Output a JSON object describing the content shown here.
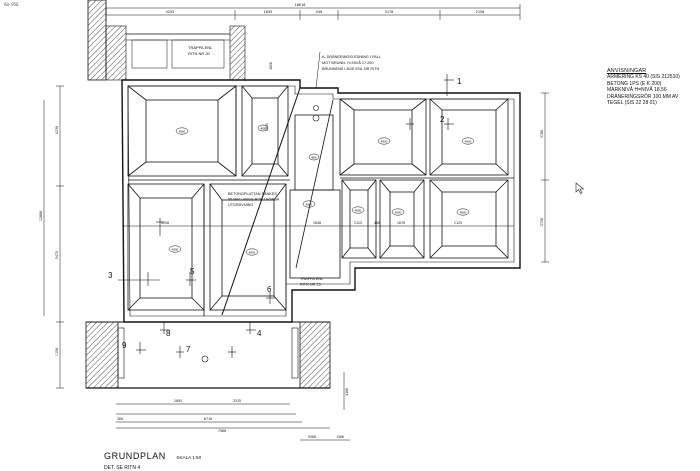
{
  "drawing": {
    "corner_code": "A0-956",
    "title": "GRUNDPLAN",
    "scale": "SKALA 1:50",
    "detail_ref": "DET. SE RITN 4"
  },
  "notes": {
    "heading": "ANVISNINGAR",
    "lines": [
      "ARMERING KS 40 (SIS 212510)",
      "BETONG 1PS (E K 200)",
      "MARKNIVÅ H=NIVÅ 18.56",
      "DRÄNERINGSRÖR 100 MM AV",
      "TEGEL (SIS 22 28 01)"
    ]
  },
  "callouts": {
    "stair_upper": [
      "TRAPPA ENL",
      "RITN NR 20"
    ],
    "stair_lower": [
      "TRAPPA ENL",
      "RITN NR 15"
    ],
    "drain": [
      "A. DRÄNERINGSLEDNING I FALL",
      "MOT BRUNN. H=NIVÅ 17.200",
      "BRUNNENS LÄGE ENL NR RITN"
    ],
    "slab": [
      "BETONGPLATTAN SÄNKES",
      "50 MM LÄNGS RÖR I FÖRSÄ",
      "UTGRÄVNING"
    ]
  },
  "dims": {
    "top_total": "16610",
    "top": [
      "4255",
      "1655",
      "540",
      "3170",
      "2150"
    ],
    "mid_left": "3250",
    "mid_right": [
      "1640",
      "1125",
      "400",
      "1670",
      "2125"
    ],
    "left_side": [
      "4230",
      "12880",
      "5475",
      "1150"
    ],
    "right_side": [
      "3760",
      "2750"
    ],
    "bottom_a": [
      "2055",
      "3315"
    ],
    "bottom_b": "6710",
    "bottom_c": "7560",
    "bottom_d": [
      "300",
      "5500",
      "1500"
    ],
    "inner_a": "2655",
    "inner_b": "1020",
    "small_right": "1100"
  },
  "section_markers": [
    "1",
    "2",
    "3",
    "4",
    "5",
    "6",
    "7",
    "8",
    "9"
  ],
  "pad_tags": [
    "4800",
    "4800",
    "4800",
    "4800",
    "4800",
    "4800",
    "4800",
    "4800",
    "4800",
    "4800",
    "4800"
  ]
}
